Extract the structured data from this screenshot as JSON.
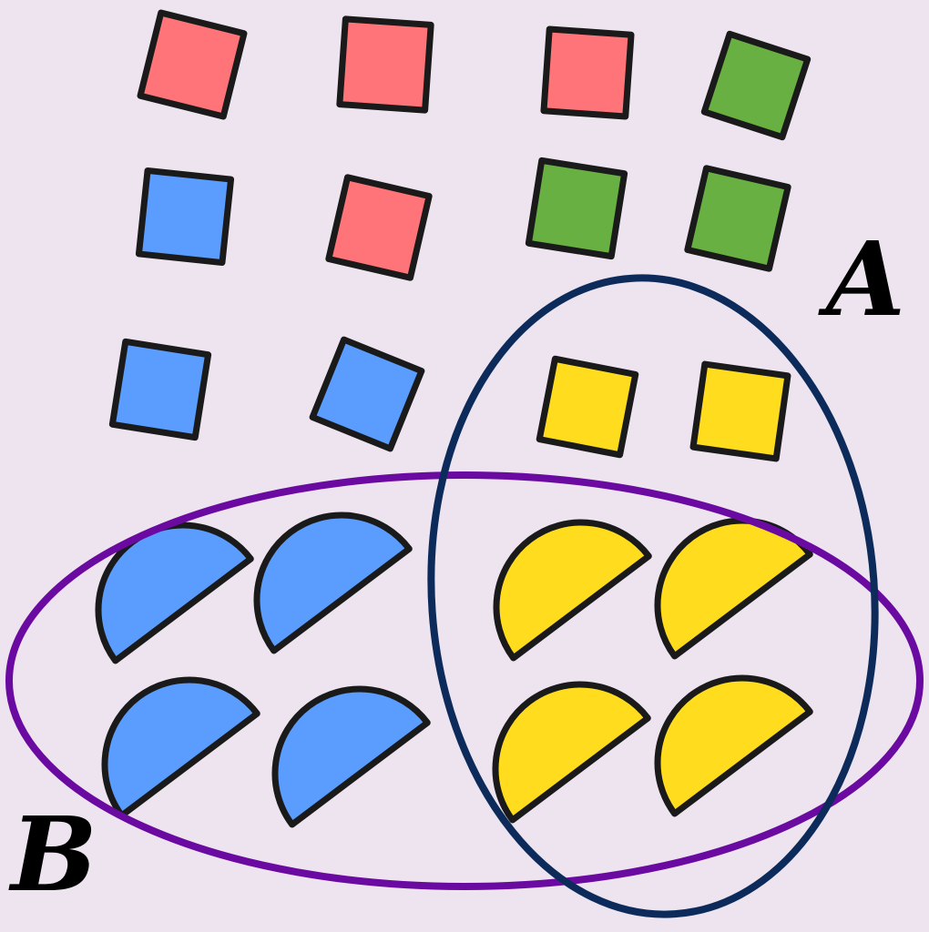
{
  "colors": {
    "background": "#ede4ef",
    "red": "#ff7478",
    "green": "#69b042",
    "blue": "#5a9dff",
    "yellow": "#ffdc1d",
    "outline": "#1a1a1a",
    "set_a_outline": "#0c2b5a",
    "set_b_outline": "#6a0aa0"
  },
  "sets": {
    "a": {
      "label": "A",
      "outline_color": "#0c2b5a"
    },
    "b": {
      "label": "B",
      "outline_color": "#6a0aa0"
    }
  },
  "squares": [
    {
      "color": "red"
    },
    {
      "color": "red"
    },
    {
      "color": "red"
    },
    {
      "color": "green"
    },
    {
      "color": "blue"
    },
    {
      "color": "red"
    },
    {
      "color": "green"
    },
    {
      "color": "green"
    },
    {
      "color": "blue"
    },
    {
      "color": "blue"
    },
    {
      "color": "yellow"
    },
    {
      "color": "yellow"
    }
  ],
  "semicircles": [
    {
      "color": "blue"
    },
    {
      "color": "blue"
    },
    {
      "color": "yellow"
    },
    {
      "color": "yellow"
    },
    {
      "color": "blue"
    },
    {
      "color": "blue"
    },
    {
      "color": "yellow"
    },
    {
      "color": "yellow"
    }
  ]
}
